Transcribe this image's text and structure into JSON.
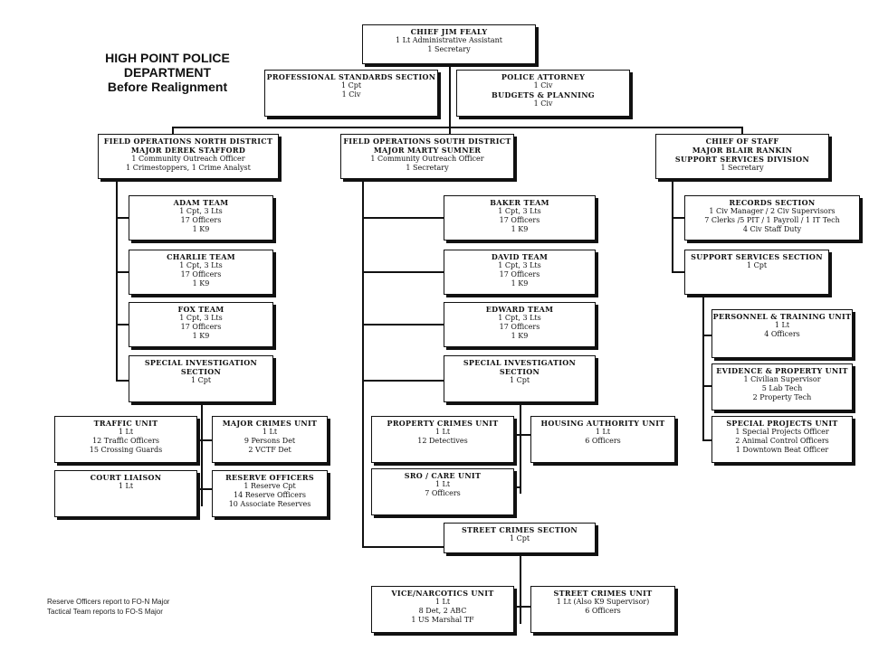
{
  "title": [
    "HIGH POINT POLICE",
    "DEPARTMENT",
    "Before Realignment"
  ],
  "boxes": {
    "chief": [
      "CHIEF JIM FEALY",
      "1 Lt Administrative Assistant",
      "1 Secretary"
    ],
    "professional_standards": [
      "PROFESSIONAL STANDARDS SECTION",
      "1 Cpt",
      "1 Civ"
    ],
    "police_attorney": [
      "POLICE ATTORNEY",
      "1 Civ",
      "BUDGETS & PLANNING",
      "1 Civ"
    ],
    "fo_north": [
      "FIELD OPERATIONS NORTH DISTRICT",
      "MAJOR DEREK STAFFORD",
      "1 Community Outreach Officer",
      "1 Crimestoppers, 1 Crime Analyst"
    ],
    "fo_south": [
      "FIELD OPERATIONS SOUTH DISTRICT",
      "MAJOR MARTY SUMNER",
      "1 Community Outreach Officer",
      "1 Secretary"
    ],
    "chief_of_staff": [
      "CHIEF OF STAFF",
      "MAJOR BLAIR RANKIN",
      "SUPPORT SERVICES DIVISION",
      "1 Secretary"
    ],
    "adam": [
      "ADAM TEAM",
      "1 Cpt, 3 Lts",
      "17 Officers",
      "1 K9"
    ],
    "charlie": [
      "CHARLIE TEAM",
      "1 Cpt, 3 Lts",
      "17 Officers",
      "1 K9"
    ],
    "fox": [
      "FOX TEAM",
      "1 Cpt, 3 Lts",
      "17 Officers",
      "1 K9"
    ],
    "sis_north": [
      "SPECIAL INVESTIGATION",
      "SECTION",
      "1 Cpt"
    ],
    "traffic": [
      "TRAFFIC UNIT",
      "1 Lt",
      "12 Traffic Officers",
      "15 Crossing Guards"
    ],
    "major_crimes": [
      "MAJOR CRIMES UNIT",
      "1 Lt",
      "9 Persons Det",
      "2 VCTF Det"
    ],
    "court_liaison": [
      "COURT LIAISON",
      "1 Lt"
    ],
    "reserve_officers": [
      "RESERVE OFFICERS",
      "1 Reserve Cpt",
      "14 Reserve Officers",
      "10 Associate Reserves"
    ],
    "baker": [
      "BAKER TEAM",
      "1 Cpt, 3 Lts",
      "17 Officers",
      "1 K9"
    ],
    "david": [
      "DAVID TEAM",
      "1 Cpt, 3 Lts",
      "17 Officers",
      "1 K9"
    ],
    "edward": [
      "EDWARD TEAM",
      "1 Cpt, 3 Lts",
      "17 Officers",
      "1 K9"
    ],
    "sis_south": [
      "SPECIAL INVESTIGATION",
      "SECTION",
      "1 Cpt"
    ],
    "property_crimes": [
      "PROPERTY CRIMES UNIT",
      "1 Lt",
      "12 Detectives"
    ],
    "housing_authority": [
      "HOUSING AUTHORITY UNIT",
      "1 Lt",
      "6 Officers"
    ],
    "sro_care": [
      "SRO / CARE UNIT",
      "1 Lt",
      "7 Officers"
    ],
    "street_crimes_section": [
      "STREET CRIMES SECTION",
      "1 Cpt"
    ],
    "vice_narcotics": [
      "VICE/NARCOTICS UNIT",
      "1 Lt",
      "8 Det, 2 ABC",
      "1 US Marshal TF"
    ],
    "street_crimes_unit": [
      "STREET CRIMES UNIT",
      "1 Lt (Also K9 Supervisor)",
      "6 Officers"
    ],
    "records": [
      "RECORDS SECTION",
      "1 Civ Manager / 2 Civ Supervisors",
      "7 Clerks /5 PIT / 1 Payroll / 1 IT Tech",
      "4 Civ Staff Duty"
    ],
    "support_services": [
      "SUPPORT SERVICES SECTION",
      "1 Cpt"
    ],
    "personnel_training": [
      "PERSONNEL & TRAINING UNIT",
      "1 Lt",
      "4 Officers"
    ],
    "evidence_property": [
      "EVIDENCE & PROPERTY UNIT",
      "1 Civilian Supervisor",
      "5 Lab Tech",
      "2 Property Tech"
    ],
    "special_projects": [
      "SPECIAL PROJECTS UNIT",
      "1 Special Projects Officer",
      "2 Animal Control Officers",
      "1 Downtown Beat Officer"
    ]
  },
  "notes": [
    "Reserve Officers report to FO-N Major",
    "Tactical Team reports to FO-S Major"
  ]
}
